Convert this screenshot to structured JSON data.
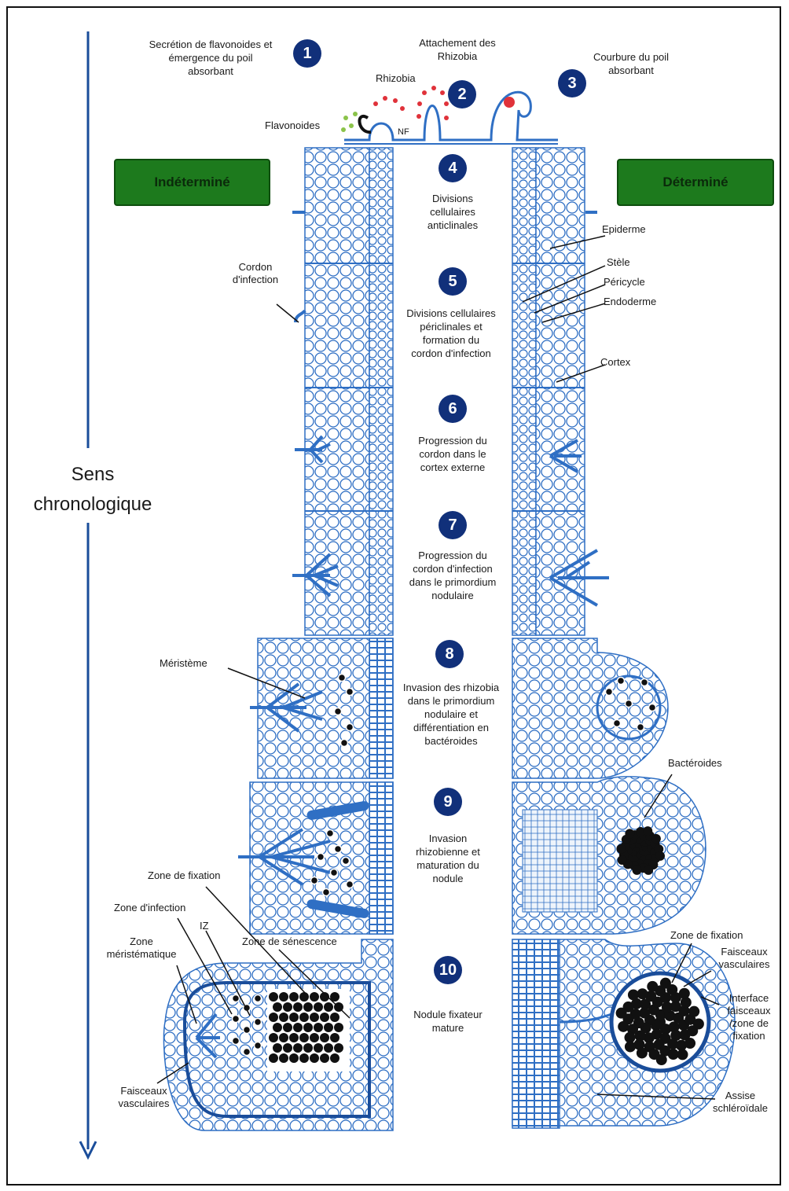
{
  "axis_label": [
    "Sens",
    "chronologique"
  ],
  "types": {
    "left": "Indéterminé",
    "right": "Déterminé"
  },
  "top_labels": {
    "flavonoides": "Flavonoides",
    "rhizobia": "Rhizobia",
    "nf": "NF"
  },
  "steps": [
    {
      "num": "1",
      "text": [
        "Secrétion de flavonoides et",
        "émergence du poil",
        "absorbant"
      ]
    },
    {
      "num": "2",
      "text": [
        "Attachement des",
        "Rhizobia"
      ]
    },
    {
      "num": "3",
      "text": [
        "Courbure du poil",
        "absorbant"
      ]
    },
    {
      "num": "4",
      "text": [
        "Divisions",
        "cellulaires",
        "anticlinales"
      ]
    },
    {
      "num": "5",
      "text": [
        "Divisions  cellulaires",
        "périclinales  et",
        "formation du",
        "cordon d'infection"
      ]
    },
    {
      "num": "6",
      "text": [
        "Progression du",
        "cordon dans le",
        "cortex externe"
      ]
    },
    {
      "num": "7",
      "text": [
        "Progression du",
        "cordon d'infection",
        "dans le primordium",
        "nodulaire"
      ]
    },
    {
      "num": "8",
      "text": [
        "Invasion des rhizobia",
        "dans le primordium",
        "nodulaire et",
        "différentiation en",
        "bactéroides"
      ]
    },
    {
      "num": "9",
      "text": [
        "Invasion",
        "rhizobienne et",
        "maturation du",
        "nodule"
      ]
    },
    {
      "num": "10",
      "text": [
        "Nodule fixateur",
        "mature"
      ]
    }
  ],
  "left_labels": {
    "cordon": [
      "Cordon",
      "d'infection"
    ],
    "meristeme": "Méristème",
    "zone_fixation": "Zone de fixation",
    "zone_infection": "Zone d'infection",
    "iz": "IZ",
    "zone_senescence": "Zone de sénescence",
    "zone_meristematique": [
      "Zone",
      "méristématique"
    ],
    "faisceaux": [
      "Faisceaux",
      "vasculaires"
    ]
  },
  "right_labels": {
    "epiderme": "Epiderme",
    "stele": "Stèle",
    "pericycle": "Péricycle",
    "endoderme": "Endoderme",
    "cortex": "Cortex",
    "bacteroides": "Bactéroides",
    "zone_fixation": "Zone de fixation",
    "faisceaux": [
      "Faisceaux",
      "vasculaires"
    ],
    "interface": [
      "Interface",
      "faisceaux",
      "/zone de",
      "fixation"
    ],
    "assise": [
      "Assise",
      "schléroïdale"
    ]
  },
  "colors": {
    "line": "#2f6fc4",
    "dark": "#1a4d9a",
    "badge": "#11307a",
    "green": "#1d7a1d",
    "black": "#111111"
  }
}
